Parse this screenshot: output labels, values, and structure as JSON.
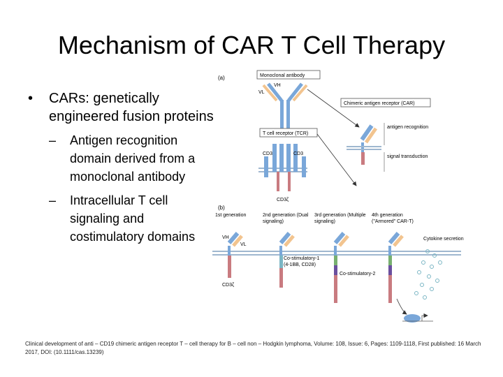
{
  "slide": {
    "title": "Mechanism of CAR T Cell Therapy",
    "bullet": "CARs: genetically engineered fusion proteins",
    "subbullets": [
      "Antigen recognition domain derived from a monoclonal antibody",
      "Intracellular T cell signaling and costimulatory domains"
    ],
    "citation": "Clinical development of anti – CD19 chimeric antigen receptor T – cell therapy for B – cell non – Hodgkin lymphoma, Volume: 108, Issue: 6, Pages: 1109-1118, First published: 16 March 2017, DOI: (10.1111/cas.13239)"
  },
  "figure": {
    "panel_a": "(a)",
    "panel_b": "(b)",
    "monoclonal_antibody": "Monoclonal antibody",
    "vh": "VH",
    "vl": "VL",
    "car_label": "Chimeric antigen receptor (CAR)",
    "tcr_label": "T cell receptor (TCR)",
    "antigen_recognition": "antigen recognition",
    "signal_transduction": "signal transduction",
    "cd3_left": "CD3",
    "cd3_right": "CD3",
    "cd3_zeta": "CD3ζ",
    "gen1": "1st generation",
    "gen2": "2nd generation (Dual signaling)",
    "gen3": "3rd generation (Multiple signaling)",
    "gen4": "4th generation (\"Armored\" CAR-T)",
    "cytokine": "Cytokine secretion",
    "costim1": "Co-stimulatory-1 (4-1BB, CD28)",
    "costim2": "Co-stimulatory-2",
    "cd3z_b": "CD3ζ"
  },
  "colors": {
    "heavy_chain": "#7aa7d9",
    "light_chain": "#f2c48f",
    "zeta": "#c97b80",
    "costim1": "#7bb6c4",
    "costim2": "#6a4f9e",
    "costim3": "#78b070",
    "membrane": "#9fb7cf",
    "arrow": "#333333"
  }
}
